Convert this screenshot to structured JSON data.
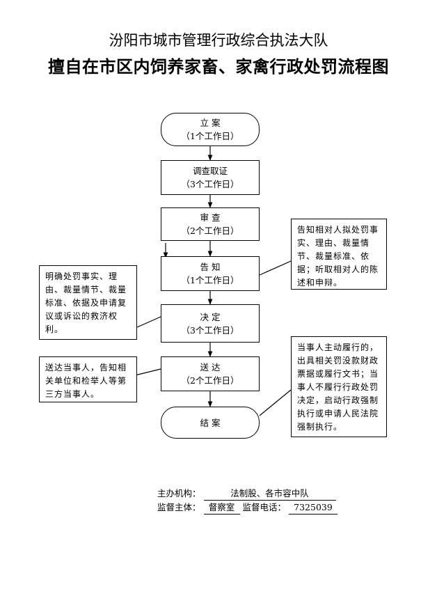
{
  "title": {
    "line1": "汾阳市城市管理行政综合执法大队",
    "line2": "擅自在市区内饲养家畜、家禽行政处罚流程图"
  },
  "steps": [
    {
      "label": "立 案",
      "days": "（1个工作日）"
    },
    {
      "label": "调查取证",
      "days": "（3个工作日）"
    },
    {
      "label": "审 查",
      "days": "（2个工作日）"
    },
    {
      "label": "告 知",
      "days": "（1个工作日）"
    },
    {
      "label": "决 定",
      "days": "（3个工作日）"
    },
    {
      "label": "送 达",
      "days": "（2个工作日）"
    },
    {
      "label": "结 案",
      "days": ""
    }
  ],
  "notes": {
    "notify": "告知相对人拟处罚事实、理由、裁量情节、裁量标准、依据；听取相对人的陈述和申辩。",
    "decide": "明确处罚事实、理由、裁量情节、裁量标准、依据及申请复议或诉讼的救济权利。",
    "deliver": "送达当事人，告知相关单位和检举人等第三方当事人。",
    "close": "当事人主动履行的，出具相关罚没款财政票据或履行文书；当事人不履行行政处罚决定，启动行政强制执行或申请人民法院强制执行。"
  },
  "footer": {
    "host_label": "主办机构：",
    "host_value": "法制股、各市容中队",
    "supervisor_label": "监督主体：",
    "supervisor_value": "督察室",
    "phone_label": "监督电话：",
    "phone_value": "7325039"
  }
}
